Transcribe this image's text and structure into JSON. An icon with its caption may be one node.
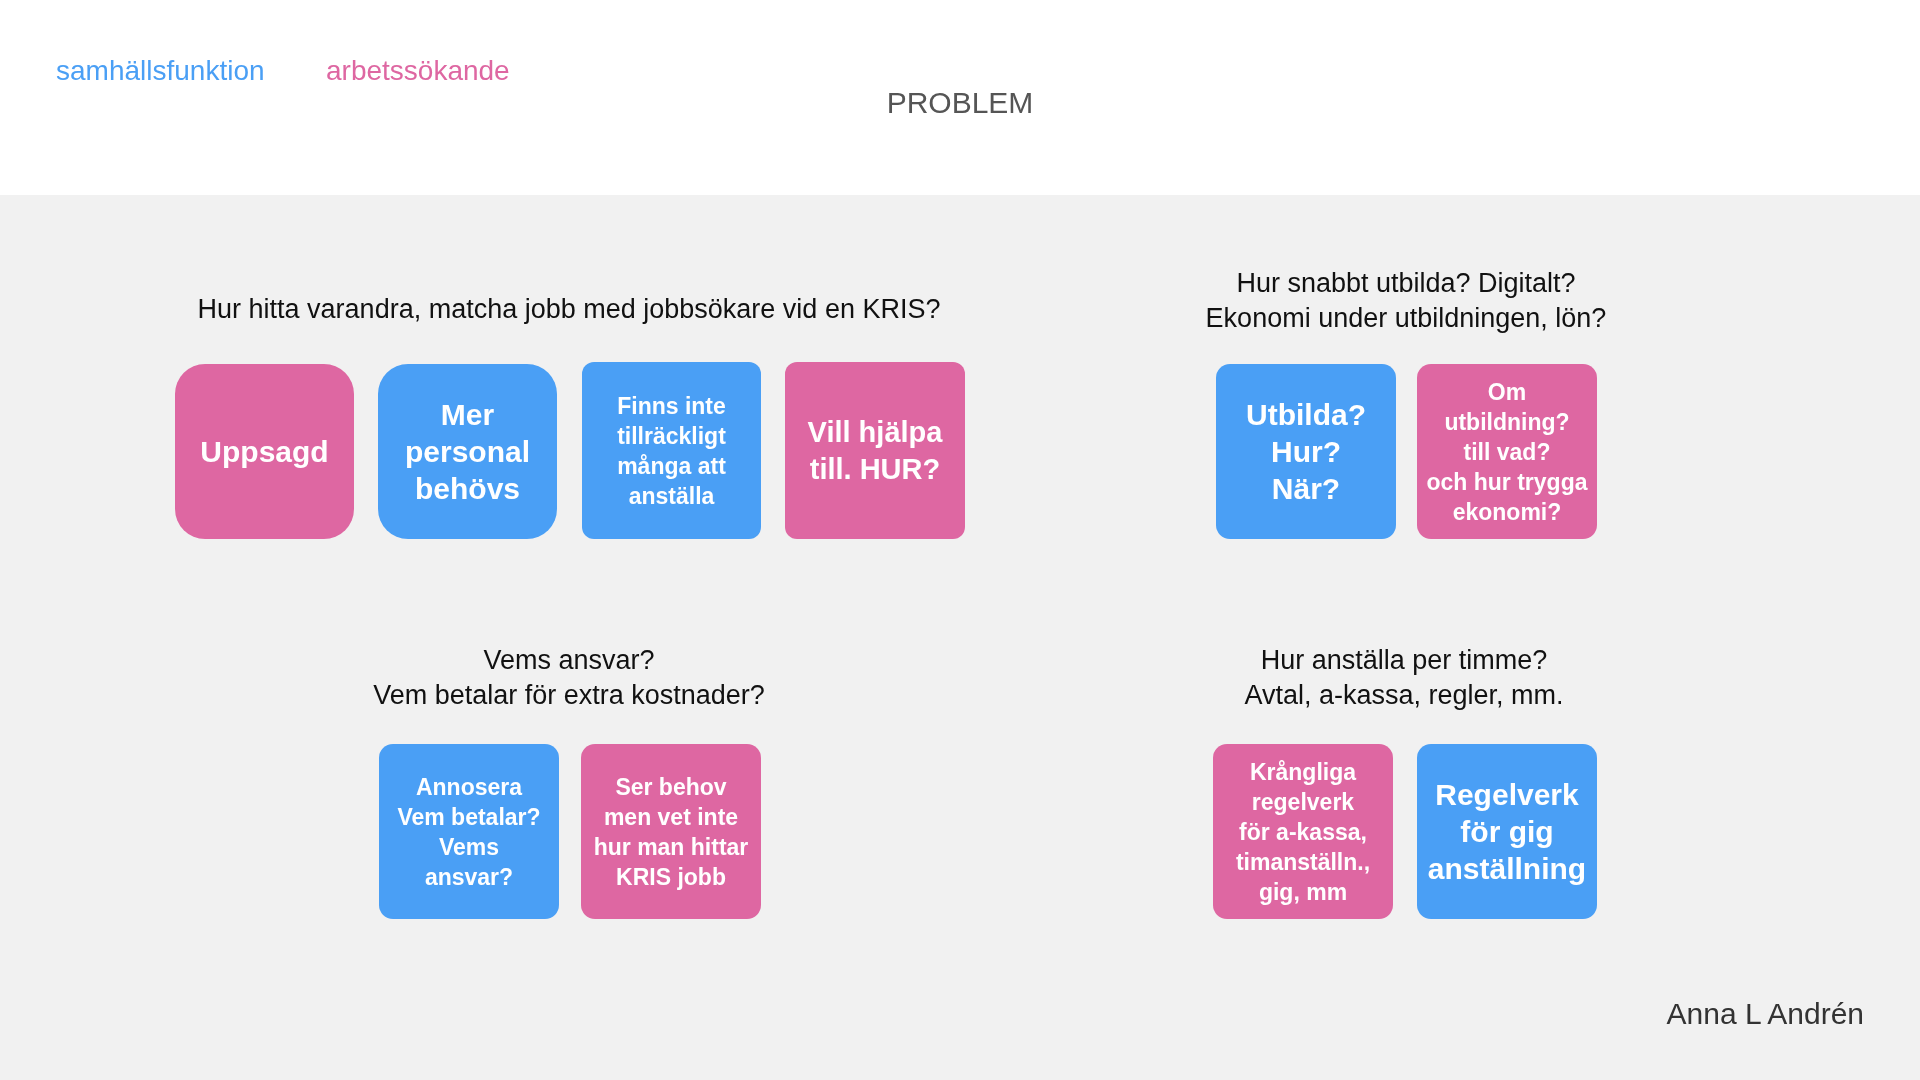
{
  "diagram": {
    "title": "PROBLEM",
    "nodes": [
      {
        "text": [
          "Uppsagd"
        ]
      },
      {
        "text": [
          "Mer personal behövs"
        ]
      },
      {
        "text": [
          "Finns inte tillräckligt många att anställa"
        ]
      },
      {
        "text": [
          "Vill hjälpa till. HUR?"
        ]
      },
      {
        "text": [
          "Utbilda? Hur? När?"
        ]
      },
      {
        "text": [
          "Om utbildning? till vad? och hur trygga ekonomi?"
        ]
      },
      {
        "text": [
          "Annosera Vem betalar? Vems ansvar?"
        ]
      },
      {
        "text": [
          "Ser behov men vet inte hur man hittar KRIS jobb"
        ]
      },
      {
        "text": [
          "Krångliga regelverk för a-kassa, timanställn., gig, mm"
        ]
      },
      {
        "text": [
          "Regelverk för gig anställning"
        ]
      }
    ],
    "edges": [],
    "labels": [
      "Hur hitta varandra, matcha jobb med jobbsökare vid en KRIS?",
      "Hur snabbt utbilda? Digitalt? Ekonomi under utbildningen, lön?",
      "Vems ansvar? Vem betalar för extra kostnader?",
      "Hur anställa per timme? Avtal, a-kassa, regler, mm.",
      "Anna L Andrén"
    ],
    "legend": [
      {
        "text": "samhällsfunktion",
        "color": "#4a9ff5"
      },
      {
        "text": "arbetssökande",
        "color": "#de67a2"
      }
    ]
  }
}
